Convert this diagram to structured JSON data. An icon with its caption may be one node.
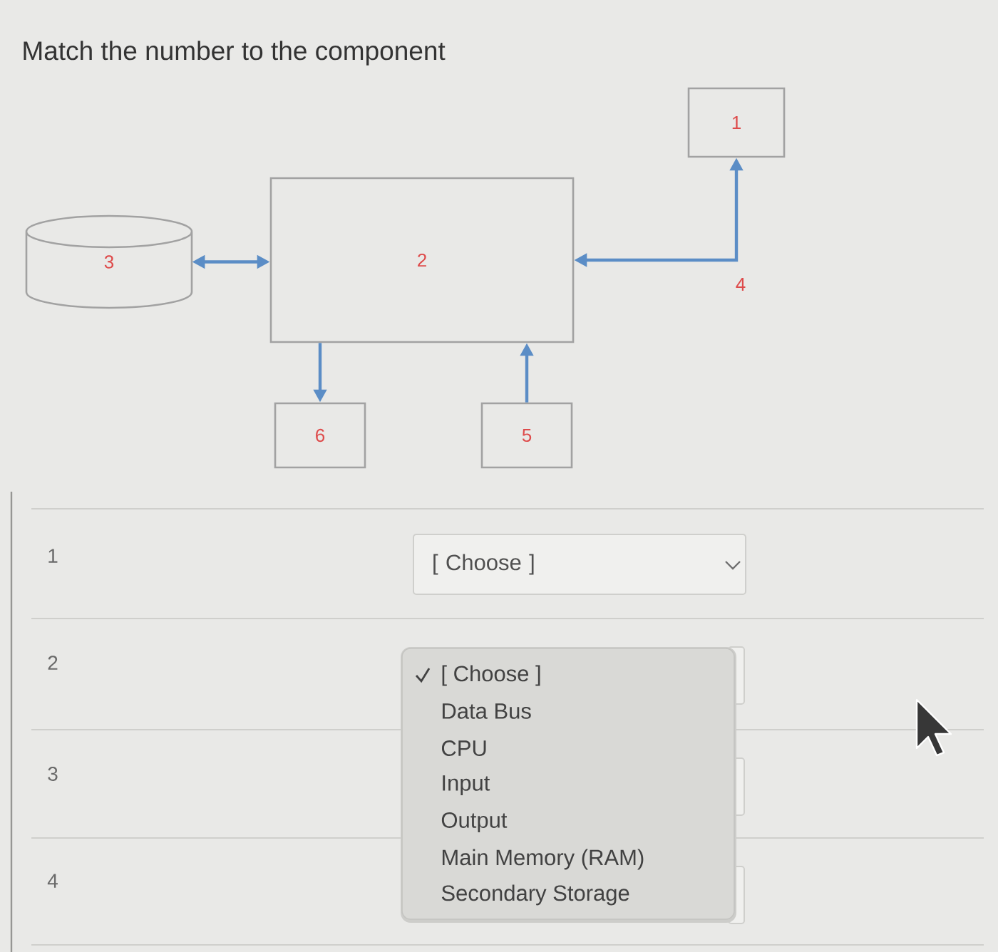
{
  "diagram": {
    "title": "Match the number to the component",
    "nodes": [
      {
        "text": [
          "1"
        ]
      },
      {
        "text": [
          "3"
        ]
      },
      {
        "text": [
          "2"
        ]
      },
      {
        "text": [
          "6"
        ]
      },
      {
        "text": [
          "5"
        ]
      }
    ],
    "edges": [
      {
        "from": 1,
        "to": 2,
        "arrow": "both"
      },
      {
        "from": 2,
        "to": 3,
        "arrow": "to"
      },
      {
        "from": 4,
        "to": 2,
        "arrow": "to"
      },
      {
        "from": 2,
        "to": 0,
        "arrow": "both",
        "label": "4"
      }
    ],
    "labels": [
      "1",
      "[ Choose ]",
      "2",
      "[ Choose ]",
      "Data Bus",
      "CPU",
      "Input",
      "Output",
      "Main Memory (RAM)",
      "Secondary Storage",
      "3",
      "4"
    ]
  }
}
